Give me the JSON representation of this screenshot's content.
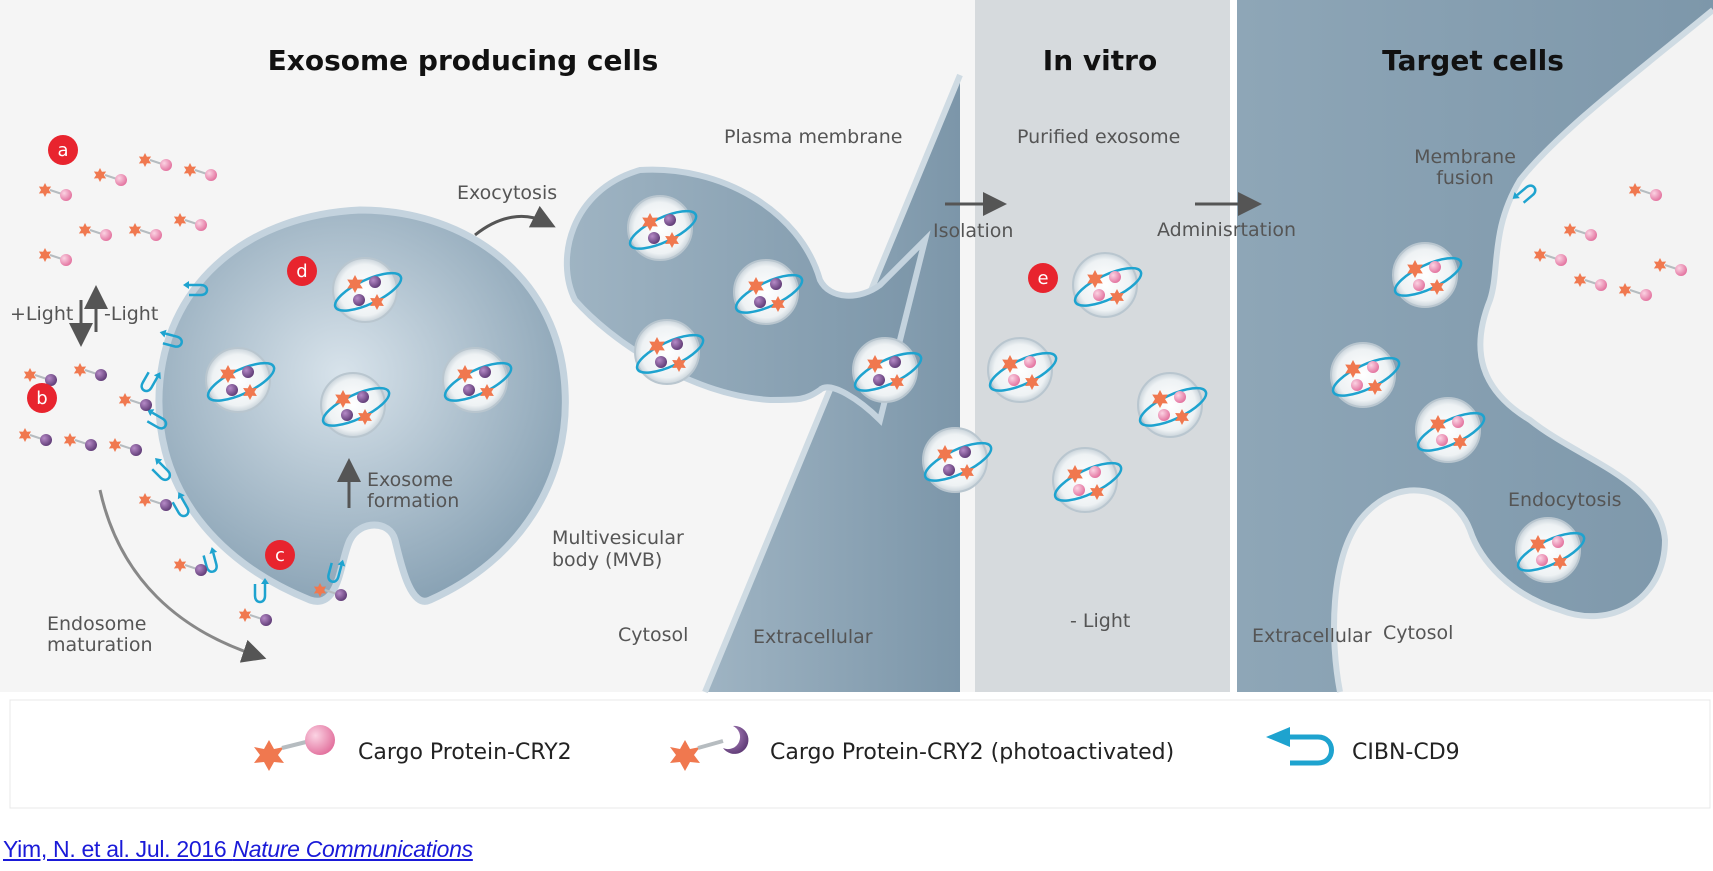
{
  "panels": {
    "exosome_producing": "Exosome producing cells",
    "in_vitro": "In vitro",
    "target": "Target cells"
  },
  "labels": {
    "plasma_membrane": "Plasma membrane",
    "purified_exosome": "Purified exosome",
    "membrane_fusion_1": "Membrane",
    "membrane_fusion_2": "fusion",
    "exocytosis": "Exocytosis",
    "isolation": "Isolation",
    "administration": "Adminisrtation",
    "plus_light": "+Light",
    "minus_light": "-Light",
    "exosome_formation_1": "Exosome",
    "exosome_formation_2": "formation",
    "mvb_1": "Multivesicular",
    "mvb_2": "body (MVB)",
    "endosome_1": "Endosome",
    "endosome_2": "maturation",
    "cytosol_left": "Cytosol",
    "extracellular_left": "Extracellular",
    "no_light": "- Light",
    "extracellular_right": "Extracellular",
    "cytosol_right": "Cytosol",
    "endocytosis": "Endocytosis"
  },
  "steps": [
    "a",
    "b",
    "c",
    "d",
    "e"
  ],
  "legend": {
    "item1": "Cargo Protein-CRY2",
    "item2": "Cargo Protein-CRY2 (photoactivated)",
    "item3": "CIBN-CD9"
  },
  "citation": {
    "authors": "Yim, N. et al. Jul. 2016 ",
    "journal": "Nature Communications"
  },
  "colors": {
    "cell_fill": "#a9bcc9",
    "membrane": "#c9d8e2",
    "marker_red": "#e8242e",
    "cibn": "#1ea3cf",
    "star": "#f0784f",
    "cry2_pink": "#ec8bb2",
    "cry2_purple": "#7a4d8f"
  }
}
